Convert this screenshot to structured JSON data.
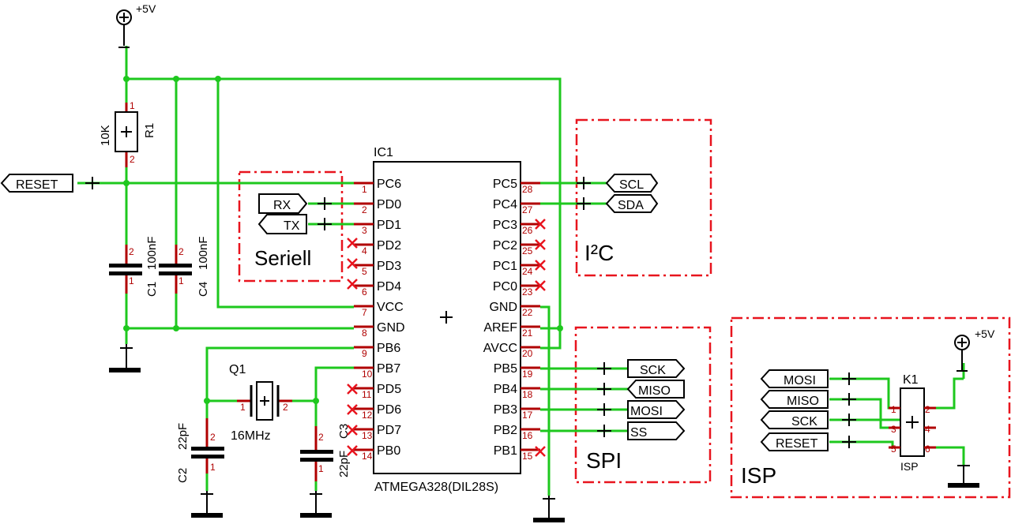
{
  "supply": {
    "vcc_label": "+5V"
  },
  "ic": {
    "ref": "IC1",
    "part": "ATMEGA328(DIL28S)",
    "left_pins": [
      {
        "num": "1",
        "name": "PC6"
      },
      {
        "num": "2",
        "name": "PD0"
      },
      {
        "num": "3",
        "name": "PD1"
      },
      {
        "num": "4",
        "name": "PD2"
      },
      {
        "num": "5",
        "name": "PD3"
      },
      {
        "num": "6",
        "name": "PD4"
      },
      {
        "num": "7",
        "name": "VCC"
      },
      {
        "num": "8",
        "name": "GND"
      },
      {
        "num": "9",
        "name": "PB6"
      },
      {
        "num": "10",
        "name": "PB7"
      },
      {
        "num": "11",
        "name": "PD5"
      },
      {
        "num": "12",
        "name": "PD6"
      },
      {
        "num": "13",
        "name": "PD7"
      },
      {
        "num": "14",
        "name": "PB0"
      }
    ],
    "right_pins": [
      {
        "num": "28",
        "name": "PC5"
      },
      {
        "num": "27",
        "name": "PC4"
      },
      {
        "num": "26",
        "name": "PC3"
      },
      {
        "num": "25",
        "name": "PC2"
      },
      {
        "num": "24",
        "name": "PC1"
      },
      {
        "num": "23",
        "name": "PC0"
      },
      {
        "num": "22",
        "name": "GND"
      },
      {
        "num": "21",
        "name": "AREF"
      },
      {
        "num": "20",
        "name": "AVCC"
      },
      {
        "num": "19",
        "name": "PB5"
      },
      {
        "num": "18",
        "name": "PB4"
      },
      {
        "num": "17",
        "name": "PB3"
      },
      {
        "num": "16",
        "name": "PB2"
      },
      {
        "num": "15",
        "name": "PB1"
      }
    ]
  },
  "r1": {
    "ref": "R1",
    "value": "10K",
    "pin1": "1",
    "pin2": "2"
  },
  "c1": {
    "ref": "C1",
    "value": "100nF",
    "pin1": "1",
    "pin2": "2"
  },
  "c4": {
    "ref": "C4",
    "value": "100nF",
    "pin1": "1",
    "pin2": "2"
  },
  "c2": {
    "ref": "C2",
    "value": "22pF",
    "pin1": "1",
    "pin2": "2"
  },
  "c3": {
    "ref": "C3",
    "value": "22pF",
    "pin1": "1",
    "pin2": "2"
  },
  "q1": {
    "ref": "Q1",
    "value": "16MHz",
    "pin1": "1",
    "pin2": "2"
  },
  "k1": {
    "ref": "K1",
    "value": "ISP",
    "pins": [
      "1",
      "2",
      "3",
      "4",
      "5",
      "6"
    ]
  },
  "labels": {
    "reset": "RESET",
    "rx": "RX",
    "tx": "TX",
    "scl": "SCL",
    "sda": "SDA",
    "sck": "SCK",
    "miso": "MISO",
    "mosi": "MOSI",
    "ss": "SS"
  },
  "isp_labels": [
    "MOSI",
    "MISO",
    "SCK",
    "RESET"
  ],
  "frames": {
    "serial": "Seriell",
    "i2c": "I²C",
    "spi": "SPI",
    "isp": "ISP"
  },
  "colors": {
    "wire": "#1ec81e",
    "pin": "#b00000",
    "frame": "#e8141e",
    "component": "#000000"
  }
}
